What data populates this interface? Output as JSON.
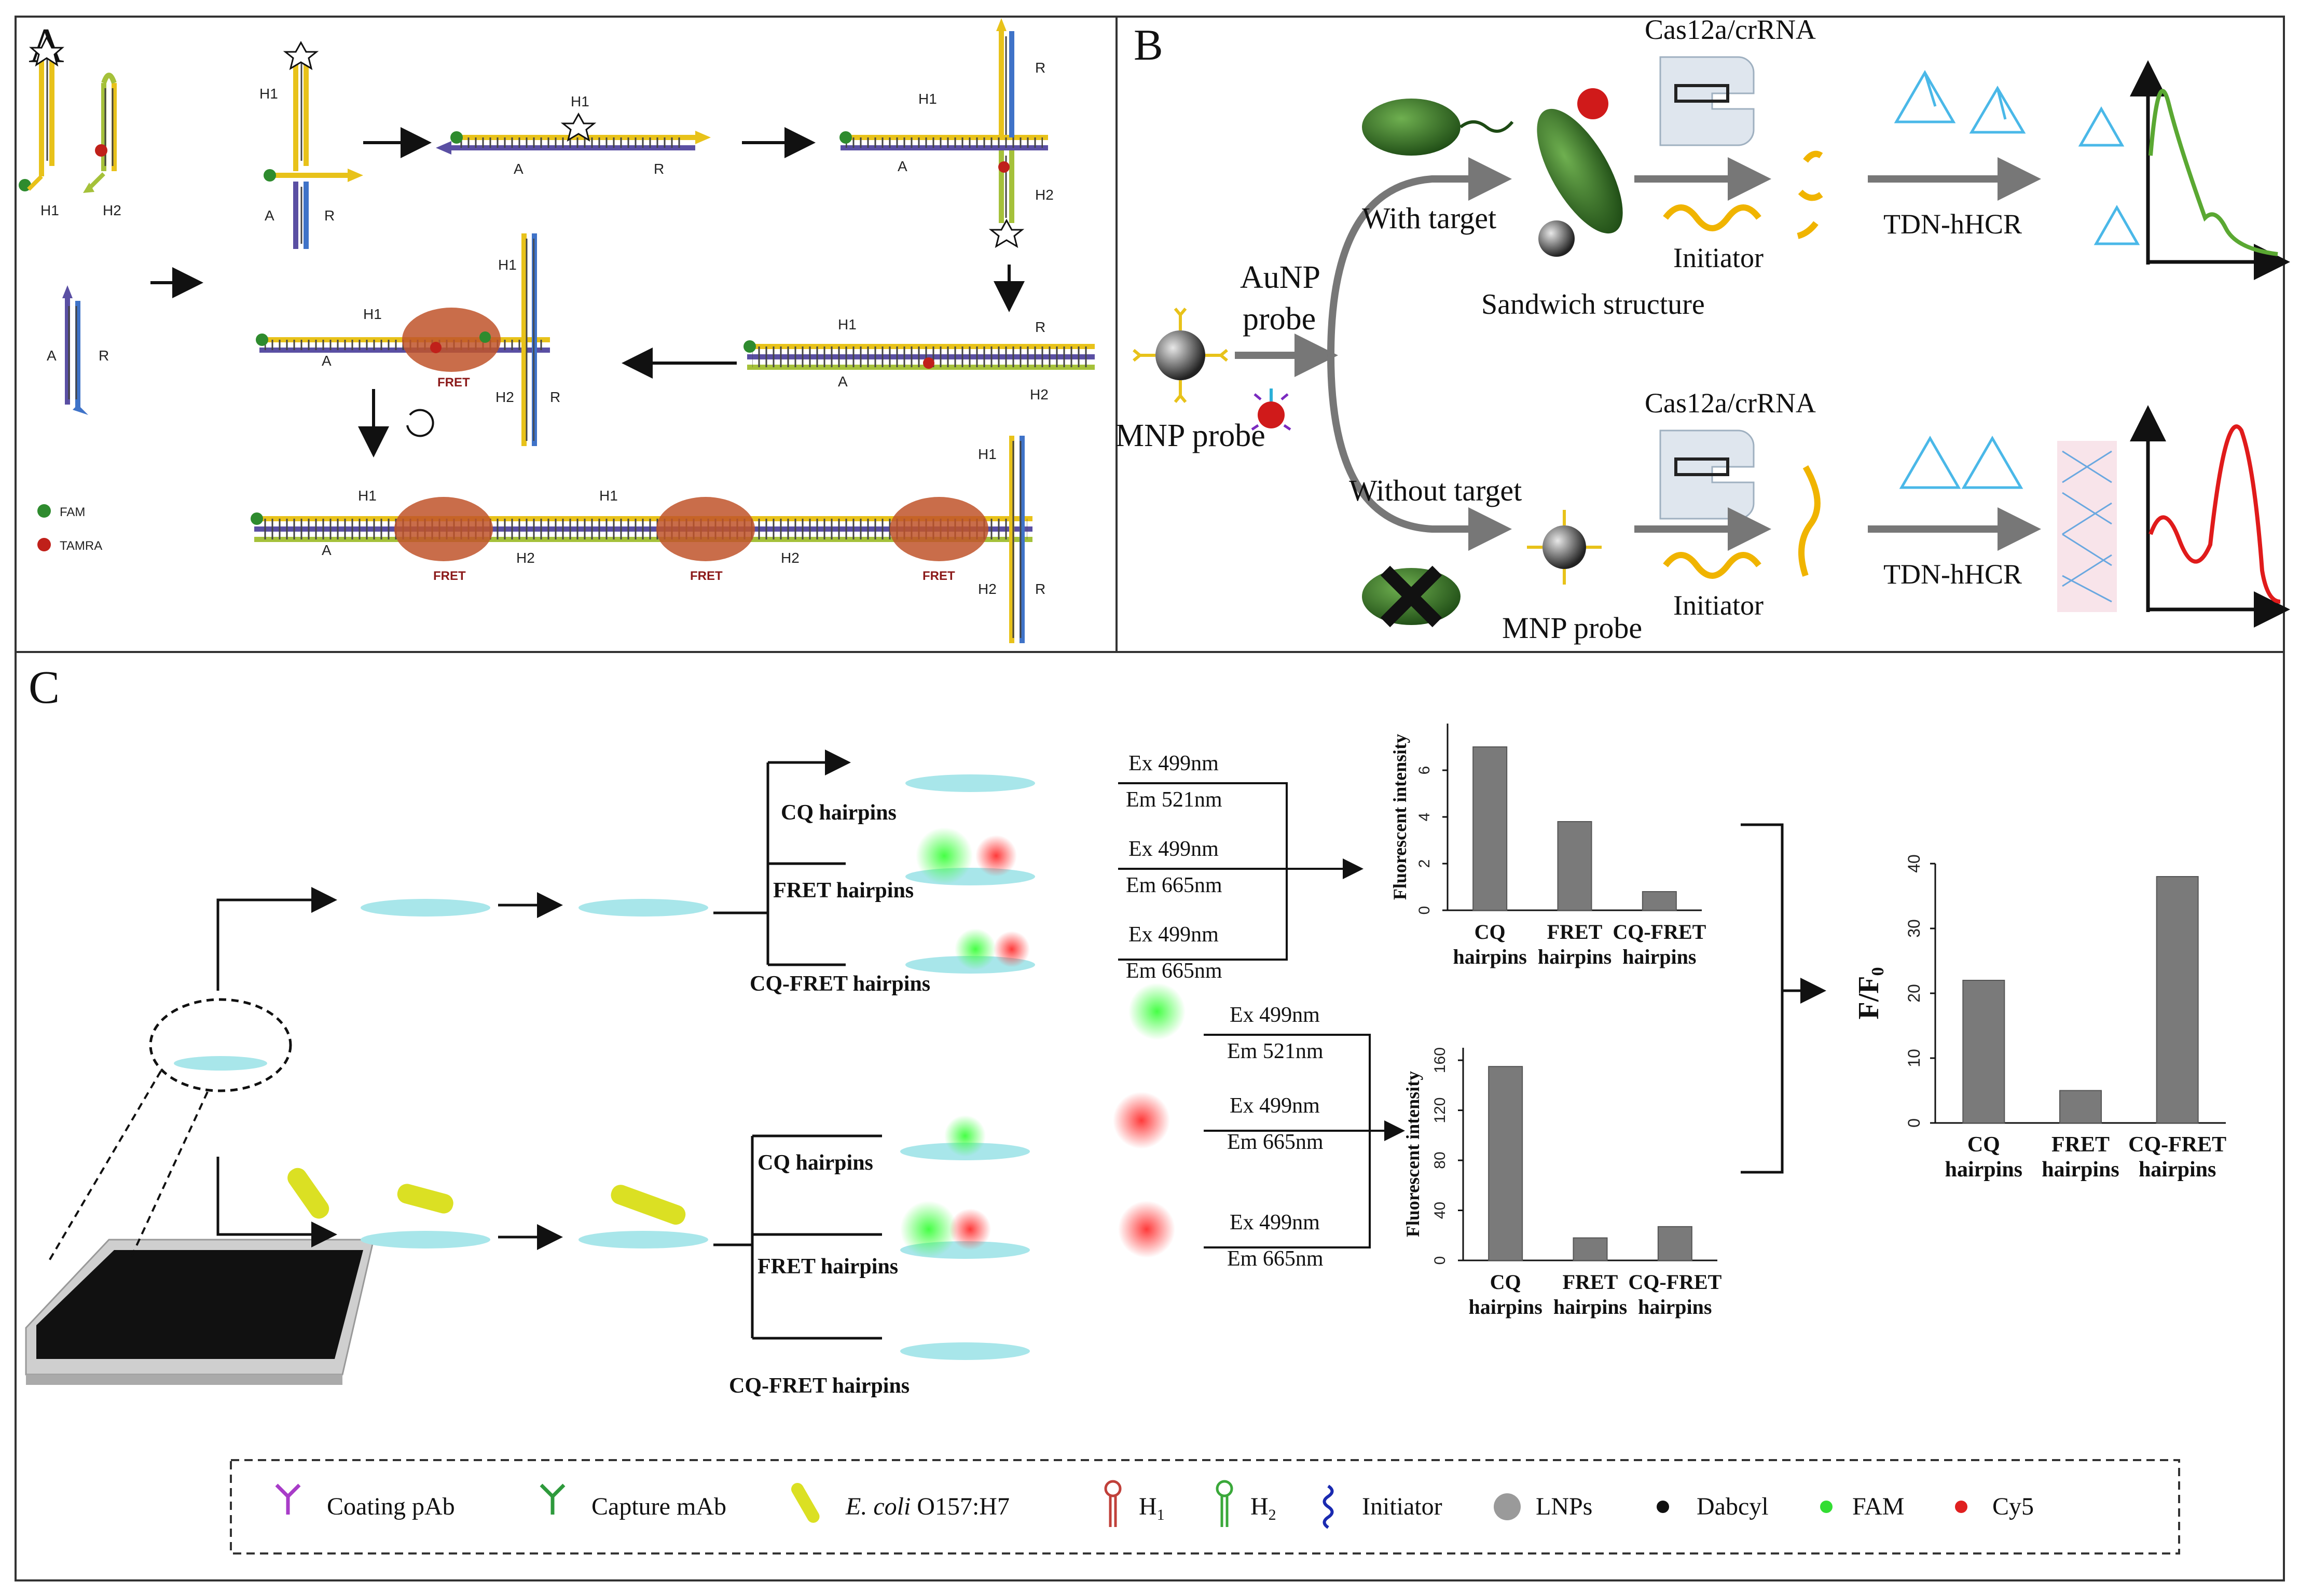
{
  "panelA": {
    "letter": "A",
    "labels": {
      "h1": "H1",
      "h2": "H2",
      "a": "A",
      "r": "R"
    },
    "fret": "FRET",
    "legend": {
      "fam": "FAM",
      "tamra": "TAMRA"
    },
    "colors": {
      "h1": "#e8c21a",
      "h2": "#a5c13a",
      "a": "#5a4fa3",
      "r": "#3f73c8",
      "fret": "#c0542a",
      "fam": "#2e8b2e",
      "tamra": "#c0201a"
    }
  },
  "panelB": {
    "letter": "B",
    "mnp_probe": "MNP probe",
    "aunp_line1": "AuNP",
    "aunp_line2": "probe",
    "with_target": "With target",
    "without_target": "Without target",
    "sandwich": "Sandwich structure",
    "cas_top": "Cas12a/crRNA",
    "cas_bottom": "Cas12a/crRNA",
    "initiator_top": "Initiator",
    "initiator_bottom": "Initiator",
    "tdn_top": "TDN-hHCR",
    "tdn_bottom": "TDN-hHCR",
    "mnp_probe_bottom": "MNP probe",
    "colors": {
      "bacteria": "#3d7a2e",
      "initiator": "#f0b400",
      "curve_top": "#5aa832",
      "curve_bottom": "#e01b1b"
    }
  },
  "panelC": {
    "letter": "C",
    "top_rows": [
      {
        "hairpin": "CQ hairpins",
        "ex": "Ex 499nm",
        "em": "Em 521nm"
      },
      {
        "hairpin": "FRET hairpins",
        "ex": "Ex 499nm",
        "em": "Em 665nm"
      },
      {
        "hairpin": "CQ-FRET hairpins",
        "ex": "Ex 499nm",
        "em": "Em 665nm"
      }
    ],
    "bottom_rows": [
      {
        "hairpin": "CQ hairpins",
        "ex": "Ex 499nm",
        "em": "Em 521nm"
      },
      {
        "hairpin": "FRET hairpins",
        "ex": "Ex 499nm",
        "em": "Em 665nm"
      },
      {
        "hairpin": "CQ-FRET hairpins",
        "ex": "Ex 499nm",
        "em": "Em 665nm"
      }
    ],
    "legend": {
      "coating": "Coating pAb",
      "capture": "Capture mAb",
      "ecoli_italic": "E. coli",
      "ecoli_rest": " O157:H7",
      "h1": "H",
      "h1_sub": "1",
      "h2": "H",
      "h2_sub": "2",
      "initiator": "Initiator",
      "lnps": "LNPs",
      "dabcyl": "Dabcyl",
      "fam": "FAM",
      "cy5": "Cy5"
    }
  },
  "chart_data": [
    {
      "type": "bar",
      "ylabel": "Fluorescent intensity",
      "categories": [
        [
          "CQ",
          "hairpins"
        ],
        [
          "FRET",
          "hairpins"
        ],
        [
          "CQ-FRET",
          "hairpins"
        ]
      ],
      "values": [
        7.0,
        3.8,
        0.8
      ],
      "yticks": [
        0,
        2,
        4,
        6
      ],
      "ylim": [
        0,
        8
      ],
      "bar_color": "#7a7a7a"
    },
    {
      "type": "bar",
      "ylabel": "Fluorescent intensity",
      "categories": [
        [
          "CQ",
          "hairpins"
        ],
        [
          "FRET",
          "hairpins"
        ],
        [
          "CQ-FRET",
          "hairpins"
        ]
      ],
      "values": [
        155,
        18,
        27
      ],
      "yticks": [
        0,
        40,
        80,
        120,
        160
      ],
      "ylim": [
        0,
        170
      ],
      "bar_color": "#7a7a7a"
    },
    {
      "type": "bar",
      "ylabel_main": "F/F",
      "ylabel_sub": "0",
      "categories": [
        [
          "CQ",
          "hairpins"
        ],
        [
          "FRET",
          "hairpins"
        ],
        [
          "CQ-FRET",
          "hairpins"
        ]
      ],
      "values": [
        22,
        5,
        38
      ],
      "yticks": [
        0,
        10,
        20,
        30,
        40
      ],
      "ylim": [
        0,
        40
      ],
      "bar_color": "#7a7a7a"
    }
  ]
}
